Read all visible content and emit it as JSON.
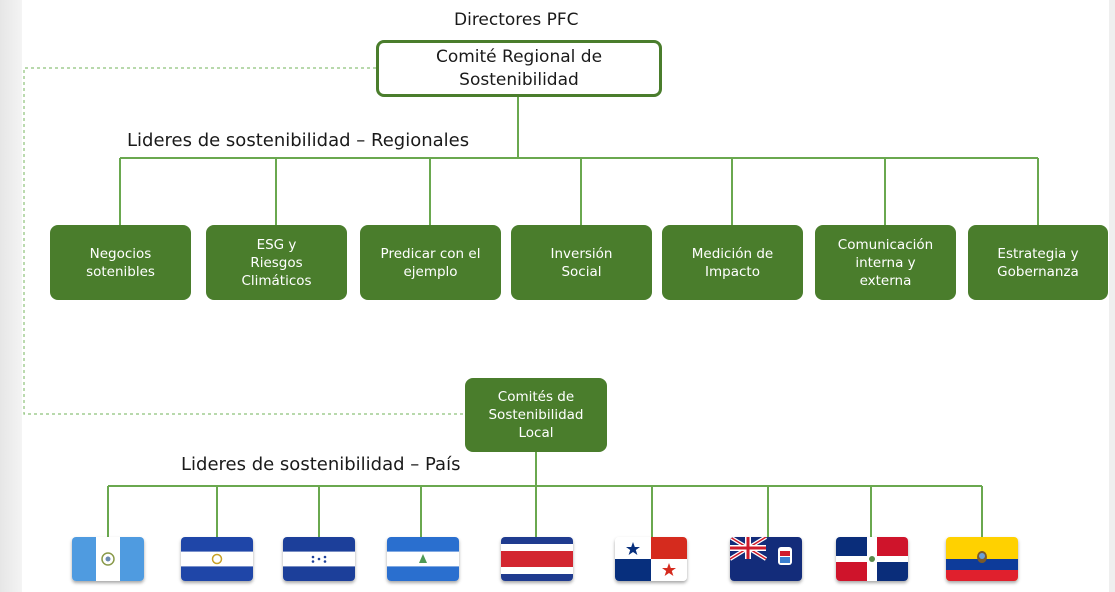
{
  "header": {
    "title": "Directores PFC"
  },
  "regional_committee": {
    "label": "Comité Regional de\nSostenibilidad"
  },
  "regional_leaders_label": "Lideres de sostenibilidad – Regionales",
  "regional_leaders": [
    {
      "label": "Negocios\nsotenibles"
    },
    {
      "label": "ESG y\nRiesgos\nClimáticos"
    },
    {
      "label": "Predicar con el\nejemplo"
    },
    {
      "label": "Inversión\nSocial"
    },
    {
      "label": "Medición de\nImpacto"
    },
    {
      "label": "Comunicación\ninterna y\nexterna"
    },
    {
      "label": "Estrategia y\nGobernanza"
    }
  ],
  "local_committee": {
    "label": "Comités de\nSostenibilidad\nLocal"
  },
  "country_leaders_label": "Lideres de sostenibilidad – País",
  "country_flags": [
    {
      "icon": "guatemala-flag-icon"
    },
    {
      "icon": "el-salvador-flag-icon"
    },
    {
      "icon": "honduras-flag-icon"
    },
    {
      "icon": "nicaragua-flag-icon"
    },
    {
      "icon": "costa-rica-flag-icon"
    },
    {
      "icon": "panama-flag-icon"
    },
    {
      "icon": "cayman-islands-flag-icon"
    },
    {
      "icon": "dominican-republic-flag-icon"
    },
    {
      "icon": "ecuador-flag-icon"
    }
  ],
  "colors": {
    "accent_green": "#4a7d2c",
    "connector_green": "#6aa84f",
    "dashed_line": "#8ec27a"
  }
}
